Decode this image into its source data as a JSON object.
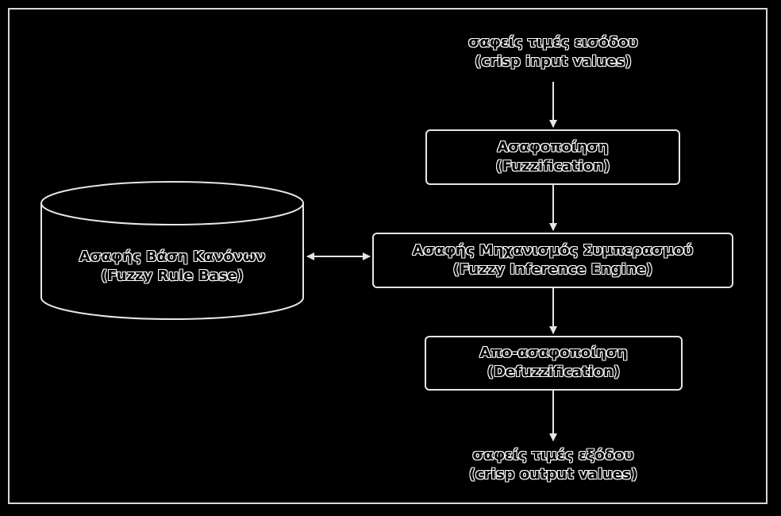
{
  "input": {
    "line1": "σαφείς τιμές εισόδου",
    "line2": "(crisp input values)"
  },
  "fuzzification": {
    "line1": "Ασαφοποίηση",
    "line2": "(Fuzzification)"
  },
  "inference": {
    "line1": "Ασαφής Μηχανισμός Συμπερασμού",
    "line2": "(Fuzzy Inference Engine)"
  },
  "rule_base": {
    "line1": "Ασαφής Βάση Κανόνων",
    "line2": "(Fuzzy Rule Base)"
  },
  "defuzzification": {
    "line1": "Απο-ασαφοποίηση",
    "line2": "(Defuzzification)"
  },
  "output": {
    "line1": "σαφείς τιμές εξόδου",
    "line2": "(crisp output values)"
  },
  "colors": {
    "background": "#000000",
    "stroke": "#e6e6e6",
    "text_fill": "#000000",
    "text_outline": "#ffffff"
  }
}
